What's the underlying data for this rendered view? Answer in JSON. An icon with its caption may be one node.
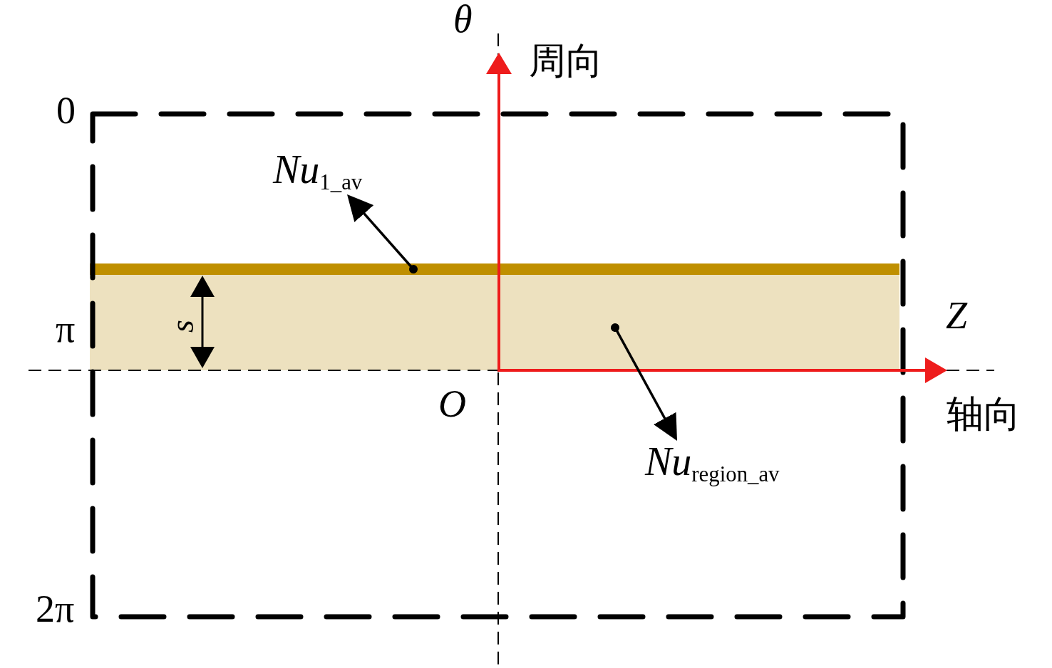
{
  "diagram": {
    "nodes": [
      {
        "text": [
          "*Nu*$_{1_av}$"
        ]
      },
      {
        "text": [],
        "shape": "bar"
      },
      {
        "text": [],
        "shape": "box"
      },
      {
        "text": [
          "*Nu*$_{region_av}$"
        ]
      }
    ],
    "edges": [
      {
        "from": 1,
        "to": 0,
        "arrow": "to"
      },
      {
        "from": 2,
        "to": 3,
        "arrow": "to"
      }
    ],
    "labels": [
      "θ",
      "周向",
      "0",
      "Z",
      "s",
      "π",
      "O",
      "轴向",
      "2π"
    ]
  }
}
